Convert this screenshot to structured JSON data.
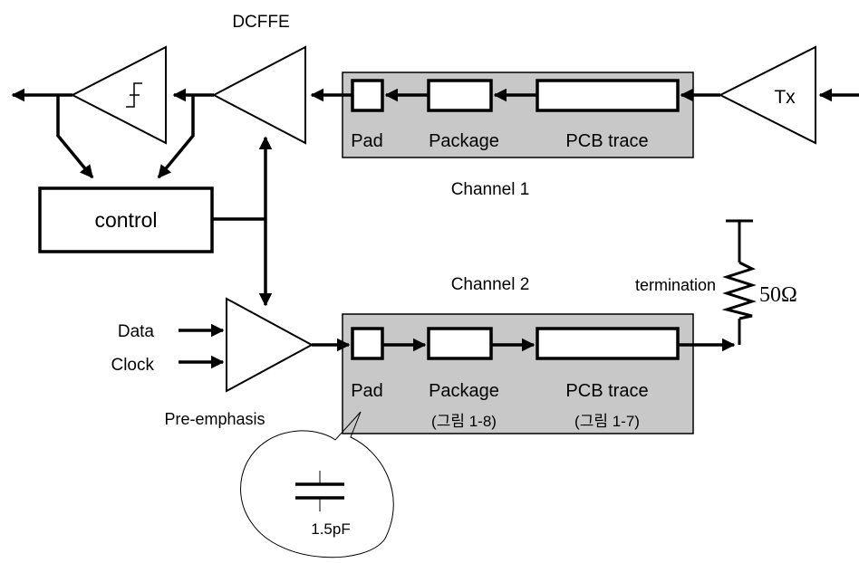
{
  "labels": {
    "dcffe": "DCFFE",
    "tx": "Tx",
    "control": "control",
    "channel1": "Channel 1",
    "channel2": "Channel 2",
    "termination": "termination",
    "resistance": "50Ω",
    "data": "Data",
    "clock": "Clock",
    "pre_emphasis": "Pre-emphasis",
    "capacitance": "1.5pF"
  },
  "channel1": {
    "pad": "Pad",
    "package": "Package",
    "pcb_trace": "PCB trace"
  },
  "channel2": {
    "pad": "Pad",
    "package": "Package",
    "pcb_trace": "PCB trace",
    "package_ref": "(그림 1-8)",
    "pcb_trace_ref": "(그림 1-7)"
  }
}
